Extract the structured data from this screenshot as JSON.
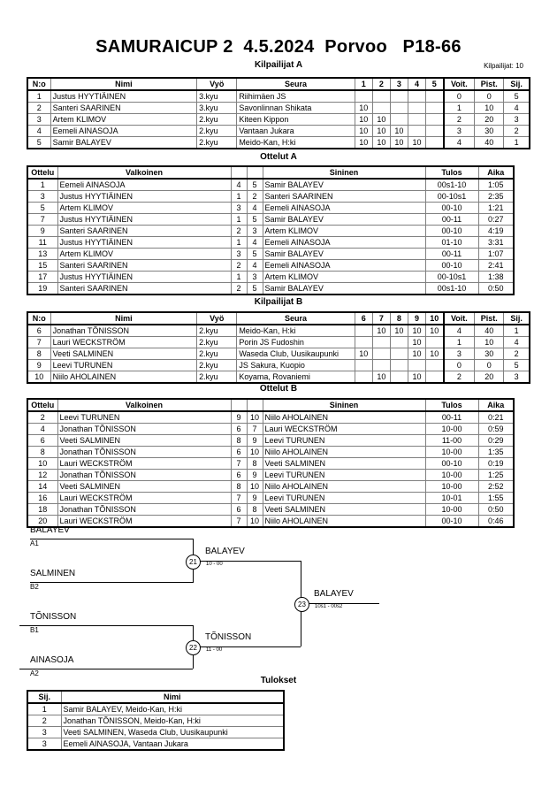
{
  "header": {
    "title": "SAMURAICUP 2  4.5.2024  Porvoo   P18-66"
  },
  "pool_a": {
    "title": "Kilpailijat A",
    "entrants_label": "Kilpailijat: 10",
    "columns": [
      "N:o",
      "Nimi",
      "Vyö",
      "Seura",
      "1",
      "2",
      "3",
      "4",
      "5",
      "Voit.",
      "Pist.",
      "Sij."
    ],
    "rows": [
      {
        "no": "1",
        "name": "Justus HYYTIÄINEN",
        "belt": "3.kyu",
        "club": "Riihimäen JS",
        "m": [
          "",
          "",
          "",
          "",
          ""
        ],
        "wins": "0",
        "points": "0",
        "rank": "5"
      },
      {
        "no": "2",
        "name": "Santeri SAARINEN",
        "belt": "3.kyu",
        "club": "Savonlinnan Shikata",
        "m": [
          "10",
          "",
          "",
          "",
          ""
        ],
        "wins": "1",
        "points": "10",
        "rank": "4"
      },
      {
        "no": "3",
        "name": "Artem KLIMOV",
        "belt": "2.kyu",
        "club": "Kiteen Kippon",
        "m": [
          "10",
          "10",
          "",
          "",
          ""
        ],
        "wins": "2",
        "points": "20",
        "rank": "3"
      },
      {
        "no": "4",
        "name": "Eemeli AINASOJA",
        "belt": "2.kyu",
        "club": "Vantaan Jukara",
        "m": [
          "10",
          "10",
          "10",
          "",
          ""
        ],
        "wins": "3",
        "points": "30",
        "rank": "2"
      },
      {
        "no": "5",
        "name": "Samir BALAYEV",
        "belt": "2.kyu",
        "club": "Meido-Kan, H:ki",
        "m": [
          "10",
          "10",
          "10",
          "10",
          ""
        ],
        "wins": "4",
        "points": "40",
        "rank": "1"
      }
    ]
  },
  "matches_a": {
    "title": "Ottelut A",
    "columns": [
      "Ottelu",
      "Valkoinen",
      "",
      "",
      "Sininen",
      "Tulos",
      "Aika"
    ],
    "rows": [
      {
        "no": "1",
        "white": "Eemeli AINASOJA",
        "wno": "4",
        "bno": "5",
        "blue": "Samir BALAYEV",
        "result": "00s1-10",
        "time": "1:05"
      },
      {
        "no": "3",
        "white": "Justus HYYTIÄINEN",
        "wno": "1",
        "bno": "2",
        "blue": "Santeri SAARINEN",
        "result": "00-10s1",
        "time": "2:35"
      },
      {
        "no": "5",
        "white": "Artem KLIMOV",
        "wno": "3",
        "bno": "4",
        "blue": "Eemeli AINASOJA",
        "result": "00-10",
        "time": "1:21"
      },
      {
        "no": "7",
        "white": "Justus HYYTIÄINEN",
        "wno": "1",
        "bno": "5",
        "blue": "Samir BALAYEV",
        "result": "00-11",
        "time": "0:27"
      },
      {
        "no": "9",
        "white": "Santeri SAARINEN",
        "wno": "2",
        "bno": "3",
        "blue": "Artem KLIMOV",
        "result": "00-10",
        "time": "4:19"
      },
      {
        "no": "11",
        "white": "Justus HYYTIÄINEN",
        "wno": "1",
        "bno": "4",
        "blue": "Eemeli AINASOJA",
        "result": "01-10",
        "time": "3:31"
      },
      {
        "no": "13",
        "white": "Artem KLIMOV",
        "wno": "3",
        "bno": "5",
        "blue": "Samir BALAYEV",
        "result": "00-11",
        "time": "1:07"
      },
      {
        "no": "15",
        "white": "Santeri SAARINEN",
        "wno": "2",
        "bno": "4",
        "blue": "Eemeli AINASOJA",
        "result": "00-10",
        "time": "2:41"
      },
      {
        "no": "17",
        "white": "Justus HYYTIÄINEN",
        "wno": "1",
        "bno": "3",
        "blue": "Artem KLIMOV",
        "result": "00-10s1",
        "time": "1:38"
      },
      {
        "no": "19",
        "white": "Santeri SAARINEN",
        "wno": "2",
        "bno": "5",
        "blue": "Samir BALAYEV",
        "result": "00s1-10",
        "time": "0:50"
      }
    ]
  },
  "pool_b": {
    "title": "Kilpailijat B",
    "columns": [
      "N:o",
      "Nimi",
      "Vyö",
      "Seura",
      "6",
      "7",
      "8",
      "9",
      "10",
      "Voit.",
      "Pist.",
      "Sij."
    ],
    "rows": [
      {
        "no": "6",
        "name": "Jonathan TÕNISSON",
        "belt": "2.kyu",
        "club": "Meido-Kan, H:ki",
        "m": [
          "",
          "10",
          "10",
          "10",
          "10"
        ],
        "wins": "4",
        "points": "40",
        "rank": "1"
      },
      {
        "no": "7",
        "name": "Lauri WECKSTRÖM",
        "belt": "2.kyu",
        "club": "Porin JS Fudoshin",
        "m": [
          "",
          "",
          "",
          "10",
          ""
        ],
        "wins": "1",
        "points": "10",
        "rank": "4"
      },
      {
        "no": "8",
        "name": "Veeti SALMINEN",
        "belt": "2.kyu",
        "club": "Waseda Club, Uusikaupunki",
        "m": [
          "10",
          "",
          "",
          "10",
          "10"
        ],
        "wins": "3",
        "points": "30",
        "rank": "2"
      },
      {
        "no": "9",
        "name": "Leevi TURUNEN",
        "belt": "2.kyu",
        "club": "JS Sakura, Kuopio",
        "m": [
          "",
          "",
          "",
          "",
          ""
        ],
        "wins": "0",
        "points": "0",
        "rank": "5"
      },
      {
        "no": "10",
        "name": "Niilo AHOLAINEN",
        "belt": "2.kyu",
        "club": "Koyama, Rovaniemi",
        "m": [
          "",
          "10",
          "",
          "10",
          ""
        ],
        "wins": "2",
        "points": "20",
        "rank": "3"
      }
    ]
  },
  "matches_b": {
    "title": "Ottelut B",
    "columns": [
      "Ottelu",
      "Valkoinen",
      "",
      "",
      "Sininen",
      "Tulos",
      "Aika"
    ],
    "rows": [
      {
        "no": "2",
        "white": "Leevi TURUNEN",
        "wno": "9",
        "bno": "10",
        "blue": "Niilo AHOLAINEN",
        "result": "00-11",
        "time": "0:21"
      },
      {
        "no": "4",
        "white": "Jonathan TÕNISSON",
        "wno": "6",
        "bno": "7",
        "blue": "Lauri WECKSTRÖM",
        "result": "10-00",
        "time": "0:59"
      },
      {
        "no": "6",
        "white": "Veeti SALMINEN",
        "wno": "8",
        "bno": "9",
        "blue": "Leevi TURUNEN",
        "result": "11-00",
        "time": "0:29"
      },
      {
        "no": "8",
        "white": "Jonathan TÕNISSON",
        "wno": "6",
        "bno": "10",
        "blue": "Niilo AHOLAINEN",
        "result": "10-00",
        "time": "1:35"
      },
      {
        "no": "10",
        "white": "Lauri WECKSTRÖM",
        "wno": "7",
        "bno": "8",
        "blue": "Veeti SALMINEN",
        "result": "00-10",
        "time": "0:19"
      },
      {
        "no": "12",
        "white": "Jonathan TÕNISSON",
        "wno": "6",
        "bno": "9",
        "blue": "Leevi TURUNEN",
        "result": "10-00",
        "time": "1:25"
      },
      {
        "no": "14",
        "white": "Veeti SALMINEN",
        "wno": "8",
        "bno": "10",
        "blue": "Niilo AHOLAINEN",
        "result": "10-00",
        "time": "2:52"
      },
      {
        "no": "16",
        "white": "Lauri WECKSTRÖM",
        "wno": "7",
        "bno": "9",
        "blue": "Leevi TURUNEN",
        "result": "10-01",
        "time": "1:55"
      },
      {
        "no": "18",
        "white": "Jonathan TÕNISSON",
        "wno": "6",
        "bno": "8",
        "blue": "Veeti SALMINEN",
        "result": "10-00",
        "time": "0:50"
      },
      {
        "no": "20",
        "white": "Lauri WECKSTRÖM",
        "wno": "7",
        "bno": "10",
        "blue": "Niilo AHOLAINEN",
        "result": "00-10",
        "time": "0:46"
      }
    ]
  },
  "bracket": {
    "entrants": [
      {
        "name": "BALAYEV",
        "seed": "A1"
      },
      {
        "name": "SALMINEN",
        "seed": "B2"
      },
      {
        "name": "TÕNISSON",
        "seed": "B1"
      },
      {
        "name": "AINASOJA",
        "seed": "A2"
      }
    ],
    "semifinals": [
      {
        "number": "21",
        "winner": "BALAYEV",
        "score": "10 - 00"
      },
      {
        "number": "22",
        "winner": "TÕNISSON",
        "score": "11 - 00"
      }
    ],
    "final": {
      "number": "23",
      "winner": "BALAYEV",
      "score": "10s1 - 00s2"
    }
  },
  "results": {
    "title": "Tulokset",
    "columns": [
      "Sij.",
      "Nimi"
    ],
    "rows": [
      {
        "rank": "1",
        "name": "Samir BALAYEV, Meido-Kan, H:ki"
      },
      {
        "rank": "2",
        "name": "Jonathan TÕNISSON, Meido-Kan, H:ki"
      },
      {
        "rank": "3",
        "name": "Veeti SALMINEN, Waseda Club, Uusikaupunki"
      },
      {
        "rank": "3",
        "name": "Eemeli AINASOJA, Vantaan Jukara"
      }
    ]
  }
}
